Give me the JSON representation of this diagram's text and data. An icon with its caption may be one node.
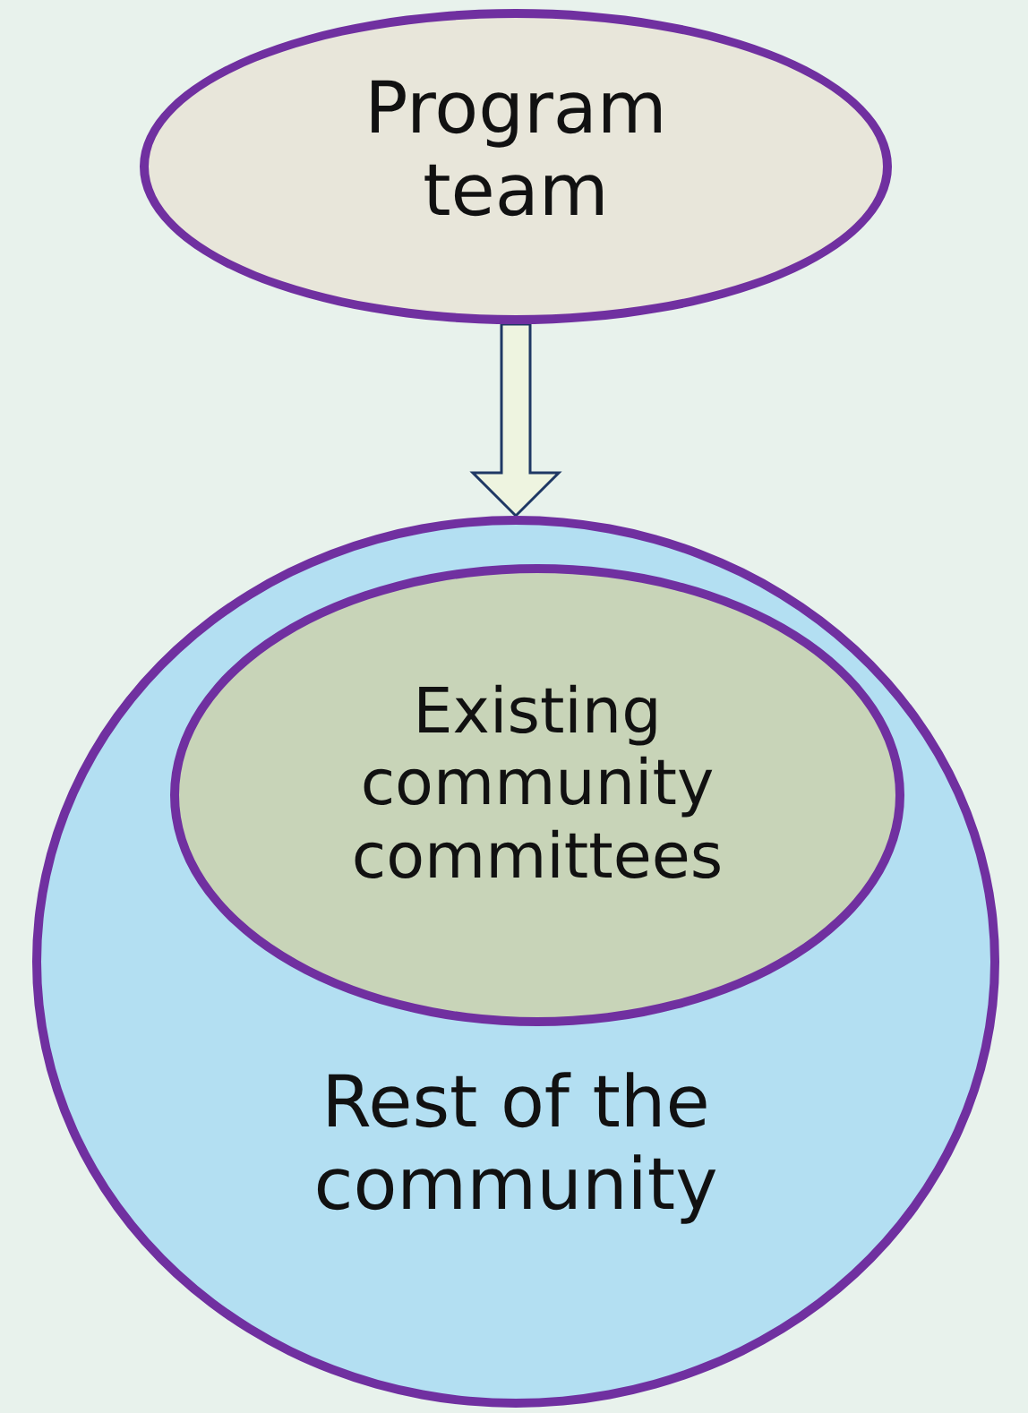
{
  "diagram": {
    "nodes": [
      {
        "text": [
          "Program team"
        ]
      },
      {
        "text": [
          "Rest of the community"
        ]
      },
      {
        "text": [
          "Existing community committees"
        ],
        "in": 1
      }
    ],
    "edges": [
      {
        "from": 0,
        "to": 1,
        "arrow": "to"
      }
    ]
  }
}
